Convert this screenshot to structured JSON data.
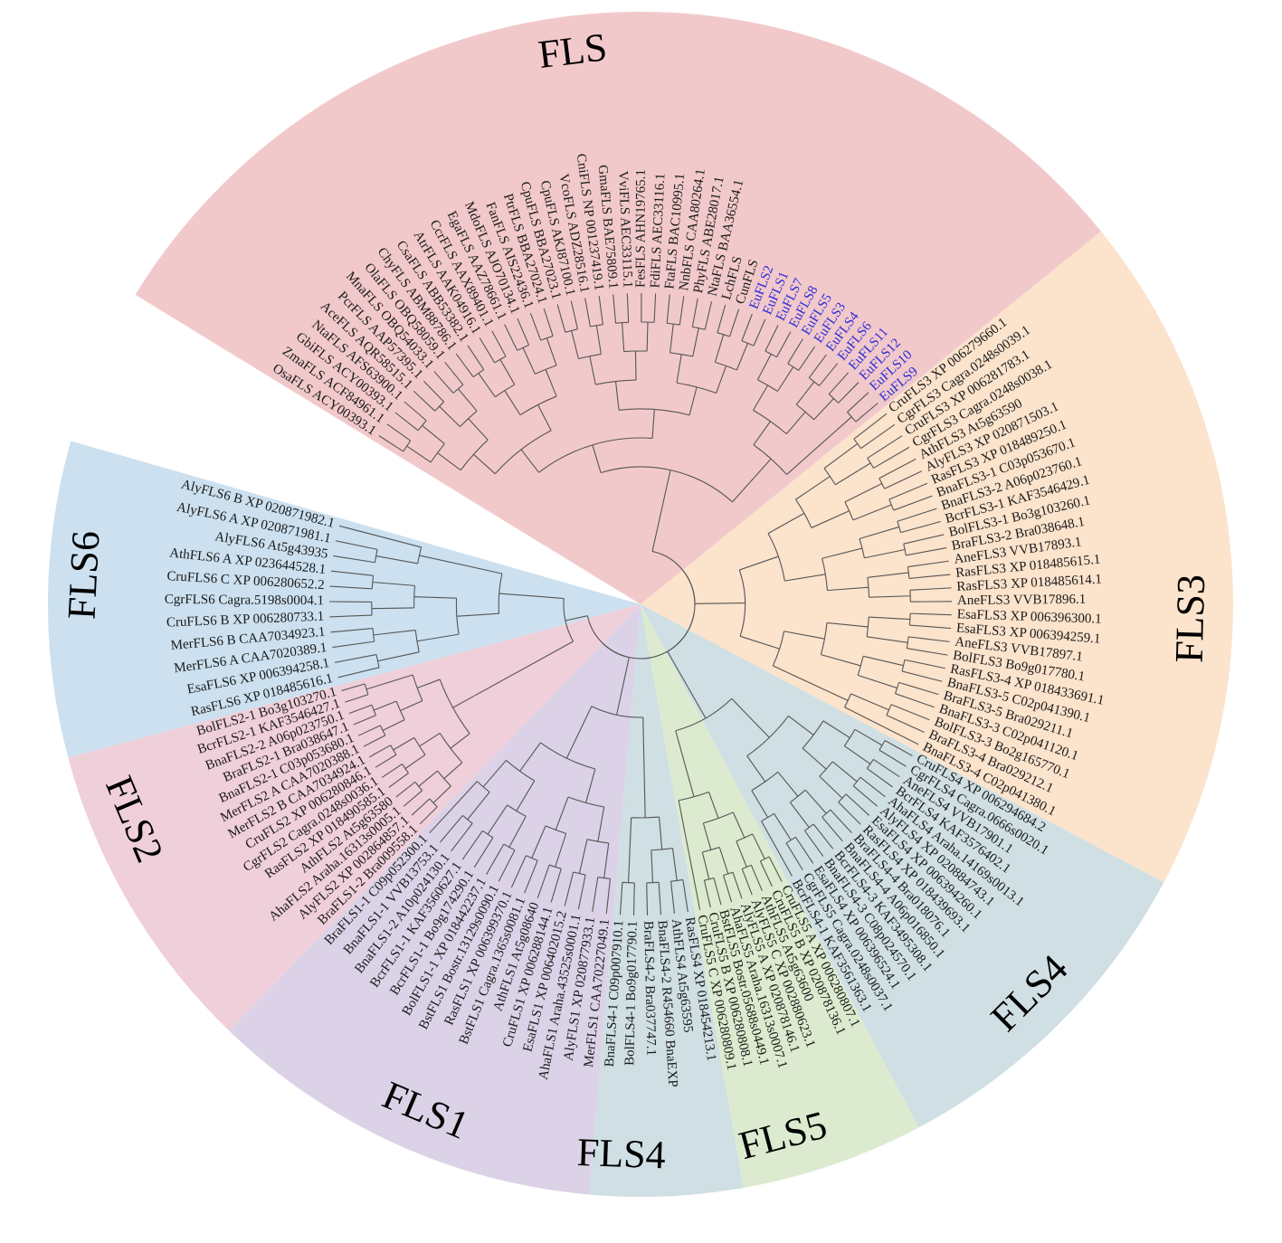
{
  "colors": {
    "FLS": "#f2c9cb",
    "FLS3": "#fbe3cc",
    "FLS4": "#cfdfe3",
    "FLS5": "#dcebcf",
    "FLS1": "#dcd2e7",
    "FLS2": "#efcfd9",
    "FLS6": "#cce0ef",
    "highlight": "#2b2bd6",
    "text": "#1a1a1a"
  },
  "clades": [
    {
      "name": "FLS",
      "label": "FLS",
      "leaves": [
        "OsaFLS ACY00393.1",
        "ZmaFLS ACF84961.1",
        "GbiFLS ACY00393.1",
        "NtaFLS AFS63900.1",
        "AceFLS AQR58515.1",
        "PcrFLS AAP57395.1",
        "MnaFLS OBQ54033.1",
        "OlaFLS OBQ58059.1",
        "ChyFLS ABM88786.1",
        "CsaFLS ABB53382.1",
        "AtrFLS AAK04916.1",
        "CcrFLS AAX89401.1",
        "EgaFLS AAZ78661.1",
        "MdoFLS AJO70134.1",
        "FanFLS AIS22436.1",
        "PtrFLS BBA27024.1",
        "CpuFLS BBA27023.1",
        "CpuFLS AKJ87100.1",
        "VcoFLS ADZ28516.1",
        "CniFLS NP 001237419.1",
        "GmaFLS BAE75809.1",
        "VviFLS AEC33115.1",
        "FesFLS AHN19765.1",
        "FdiFLS AEC33116.1",
        "FtaFLS BAC10995.1",
        "NnbFLS CAA80264.1",
        "PhyFLS ABE28017.1",
        "NtaFLS BAA36554.1",
        "LchFLS",
        "CunFLS",
        "EuFLS2",
        "EuFLS1",
        "EuFLS7",
        "EuFLS8",
        "EuFLS5",
        "EuFLS3",
        "EuFLS4",
        "EuFLS6",
        "EuFLS11",
        "EuFLS12",
        "EuFLS10",
        "EuFLS9"
      ]
    },
    {
      "name": "FLS3",
      "label": "FLS3",
      "leaves": [
        "CruFLS3 XP 006279660.1",
        "CgrFLS3 Cagra.0248s0039.1",
        "CruFLS3 XP 006281783.1",
        "CgrFLS3 Cagra.0248s0038.1",
        "AthFLS3 At5g63590",
        "AlyFLS3 XP 020871503.1",
        "RasFLS3 XP 018489250.1",
        "BnaFLS3-1 C03p053670.1",
        "BnaFLS3-2 A06p023760.1",
        "BcrFLS3-1 KAF3546429.1",
        "BolFLS3-1 Bo3g103260.1",
        "BraFLS3-2 Bra038648.1",
        "AneFLS3 VVB17893.1",
        "RasFLS3 XP 018485615.1",
        "RasFLS3 XP 018485614.1",
        "AneFLS3 VVB17896.1",
        "EsaFLS3 XP 006396300.1",
        "EsaFLS3 XP 006394259.1",
        "AneFLS3 VVB17897.1",
        "BolFLS3 Bo9g017780.1",
        "RasFLS3-4 XP 018433691.1",
        "BnaFLS3-5 C02p041390.1",
        "BraFLS3-5 Bra029211.1",
        "BnaFLS3-3 C02p041120.1",
        "BolFLS3-3 Bo2g165770.1",
        "BraFLS3-4 Bra029212.1",
        "BnaFLS3-4 C02p041380.1"
      ]
    },
    {
      "name": "FLS4",
      "label": "FLS4",
      "leaves": [
        "CruFLS4 XP 006294684.2",
        "CgrFLS4 Cagra.0666s0020.1",
        "AneFLS4 VVB17901.1",
        "BcrFLS4 KAF3576402.1",
        "AhaFLS4 Araha.14169s0013.1",
        "AlyFLS4 XP 020884743.1",
        "EsaFLS4 XP 006394260.1",
        "RasFLS4 XP 018439693.1",
        "BraFLS4-4 Bra018076.1",
        "BnaFLS4-4 A06p016850.1",
        "BcrFLS4-3 KAF3495308.1",
        "BnaFLS4-3 C08p024570.1",
        "EsaFLS4 XP 006396524.1",
        "CgrFLS5 Cagra.0248s0037.1",
        "BcrFLS4-1 KAF3561363.1"
      ]
    },
    {
      "name": "FLS5",
      "label": "FLS5",
      "leaves": [
        "CruFLS5 A XP 006280807.1",
        "CruFLS5 B XP 020878136.1",
        "AthFLS5 At5g63600",
        "AlyFLS5 C XP 002880623.1",
        "AlyFLS5 A XP 020878146.1",
        "AhaFLS5 Araha.16313s0007.1",
        "BstFLS5 Bostr.05688s0449.1",
        "CruFLS5 B XP 006280808.1",
        "CruFLS5 C XP 006280809.1"
      ]
    },
    {
      "name": "FLS4b",
      "label": "FLS4",
      "leaves": [
        "RasFLS4 XP 018454213.1",
        "AthFLS4 At5g63595",
        "BnaFLS4-2 R454660 BnaEXP",
        "BraFLS4-2 Bra037747.1",
        "BolFLS4-1 Bo9g017790.1",
        "BnaFLS4-1 C09p007910.1"
      ]
    },
    {
      "name": "FLS1",
      "label": "FLS1",
      "leaves": [
        "MerFLS1 CAA70227049.1",
        "AlyFLS1 XP 020877933.1",
        "AhaFLS1 Araha.43525s0001.1",
        "EsaFLS1 XP 006402015.2",
        "CruFLS1 XP 006288144.1",
        "AthFLS1 At5g08640",
        "BstFLS1 Cagra.1365s0081.1",
        "RasFLS1 XP 006399370.1",
        "BstFLS1 Bostr.13129s0090.1",
        "BolFLS1-1 XP 018442237.1",
        "BcrFLS1-1 Bo9g174290.1",
        "BcrFLS1-1 KAF3560627.1",
        "BnaFLS1-2 A10p024130.1",
        "BnaFLS1-1 VVB13753.1",
        "BraFLS1-1 C09p052300.1"
      ]
    },
    {
      "name": "FLS2",
      "label": "FLS2",
      "leaves": [
        "BraFLS1-2 Bra009558.1",
        "AlyFLS2 XP 002864857.1",
        "AhaFLS2 Araha.16313s0005.1",
        "AthFLS2 At5g63580",
        "RasFLS2 XP 018490585.1",
        "CgrFLS2 Cagra.0248s0036.1",
        "CruFLS2 XP 006280846.1",
        "MerFLS2 B CAA7034924.1",
        "MerFLS2 A CAA7020388.1",
        "BnaFLS2-1 C03p053680.1",
        "BraFLS2-1 Bra038647.1",
        "BnaFLS2-2 A06p023750.1",
        "BcrFLS2-1 KAF3546427.1",
        "BolFLS2-1 Bo3g103270.1"
      ]
    },
    {
      "name": "FLS6",
      "label": "FLS6",
      "leaves": [
        "RasFLS6 XP 018485616.1",
        "EsaFLS6 XP 006394258.1",
        "MerFLS6 A CAA7020389.1",
        "MerFLS6 B CAA7034923.1",
        "CruFLS6 B XP 006280733.1",
        "CgrFLS6 Cagra.5198s0004.1",
        "CruFLS6 C XP 006280652.2",
        "AthFLS6 A XP 023644528.1",
        "AlyFLS6 At5g43935",
        "AlyFLS6 A XP 020871981.1",
        "AlyFLS6 B XP 020871982.1"
      ]
    }
  ]
}
